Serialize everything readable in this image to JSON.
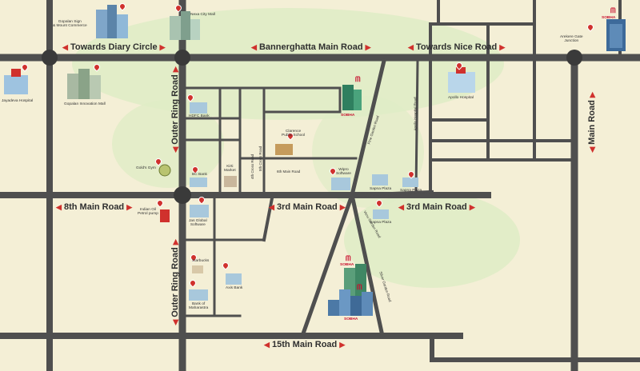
{
  "roads": {
    "towards_diary_circle": "Towards Diary Circle",
    "bannerghatta_main_road": "Bannerghatta Main Road",
    "towards_nice_road": "Towards Nice Road",
    "outer_ring_road_top": "Outer Ring Road",
    "outer_ring_road_bottom": "Outer Ring Road",
    "main_road": "Main Road",
    "eighth_main_road": "8th Main Road",
    "third_main_road_center": "3rd Main Road",
    "third_main_road_right": "3rd Main Road",
    "fifteenth_main_road": "15th Main Road"
  },
  "streets": {
    "sixth_main_road": "6th Main Road",
    "fourth_cross_road": "4th Cross Road",
    "fifth_cross_road": "5th Cross Road",
    "pine_garden_road": "Pine Garden Road",
    "apollo_hospital_road": "Apollo Hospital Road",
    "venu_garden_road": "Venu Garden Road",
    "silver_garden_road": "Silver Garden Road"
  },
  "places": {
    "gopalan_signature": "Gopalan Sign\n& Mount Commerce",
    "nexa_city_mall": "Nexa City Mall",
    "jayadeva_hospital": "Jayadeva Hospital",
    "gopalan_innovation_mall": "Gopalan Innovation Mall",
    "hdfc_bank": "HDFC Bank",
    "clarence_public_school": "Clarence\nPublic School",
    "golds_gym": "Gold's Gym",
    "bc_bank": "BC Bank",
    "kirti_market": "Kirti\nMarket",
    "wipro_software": "Wipro\nSoftware",
    "indian_oil_pump": "Indian Oil\nPetrol pump",
    "jas_global_software": "Jas Global\nSoftware",
    "starbucks": "Starbucks",
    "axis_bank": "Axis Bank",
    "bank_of_maharastra": "Bank of\nMaharastra",
    "apollo_hospital": "Apollo Hospital",
    "arekere_gate_junction": "Arekere Gate\nJunction",
    "small_place_a": "Sapna Plaza",
    "small_place_b": "Sapna Plaza",
    "small_place_c": "Sapna Plaza"
  },
  "branding": {
    "top_right_logo": "SOBHA",
    "building_label_top": "SOBHA",
    "project_label_1": "SOBHA",
    "project_label_2": "SOBHA"
  },
  "colors": {
    "background": "#f4efd6",
    "road": "#4f4f4f",
    "pin": "#d0312d",
    "green_blob": "#dcebc0"
  }
}
